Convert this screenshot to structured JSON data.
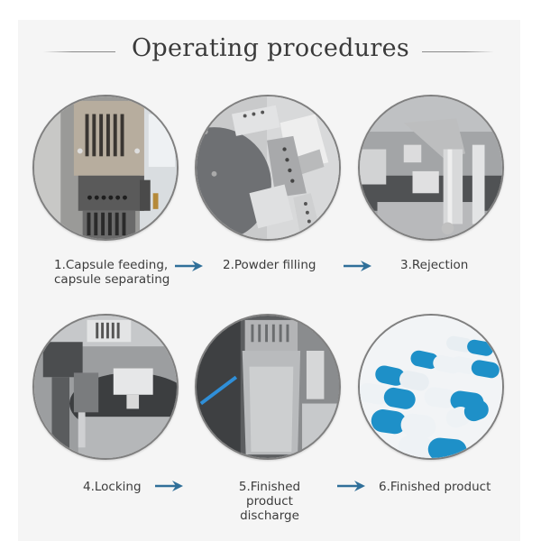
{
  "header": {
    "title": "Operating procedures"
  },
  "colors": {
    "panel_bg": "#f5f5f5",
    "title_text": "#3a3a3a",
    "label_text": "#3c3c3c",
    "arrow": "#2f6f99",
    "circle_border": "#7f7f7f",
    "capsule_blue": "#1e90c8"
  },
  "steps": [
    {
      "number": "1",
      "label_line1": "1.Capsule feeding,",
      "label_line2": "capsule separating",
      "image": "capsule-feeding-machine-photo"
    },
    {
      "number": "2",
      "label_line1": "2.Powder filling",
      "label_line2": "",
      "image": "powder-filling-machine-photo"
    },
    {
      "number": "3",
      "label_line1": "3.Rejection",
      "label_line2": "",
      "image": "rejection-machine-photo"
    },
    {
      "number": "4",
      "label_line1": "4.Locking",
      "label_line2": "",
      "image": "locking-machine-photo"
    },
    {
      "number": "5",
      "label_line1": "5.Finished product",
      "label_line2": "discharge",
      "image": "discharge-chute-photo"
    },
    {
      "number": "6",
      "label_line1": "6.Finished product",
      "label_line2": "",
      "image": "blue-white-capsules-photo"
    }
  ],
  "arrows": [
    "right-arrow-icon",
    "right-arrow-icon",
    "right-arrow-icon",
    "right-arrow-icon"
  ]
}
